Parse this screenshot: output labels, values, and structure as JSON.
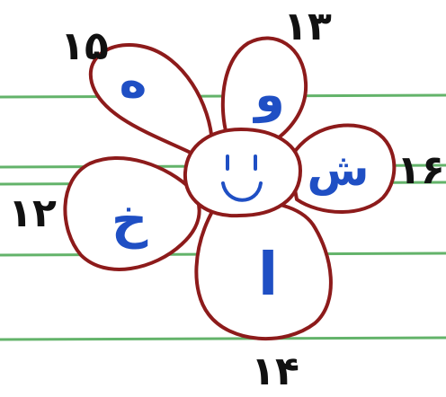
{
  "colors": {
    "paper": "#ffffff",
    "rule_line": "#63b36a",
    "petal_outline": "#8d1b1b",
    "letter_ink": "#1f4fc4",
    "number_ink": "#111111"
  },
  "petals": [
    {
      "id": "top-left",
      "letter": "ه",
      "number": "۱۵"
    },
    {
      "id": "top",
      "letter": "و",
      "number": "۱۳"
    },
    {
      "id": "right",
      "letter": "ش",
      "number": "۱۶"
    },
    {
      "id": "left",
      "letter": "خ",
      "number": "۱۲"
    },
    {
      "id": "bottom",
      "letter": "ا",
      "number": "۱۴"
    }
  ],
  "center": {
    "face_icon": "smiley-face-icon"
  }
}
